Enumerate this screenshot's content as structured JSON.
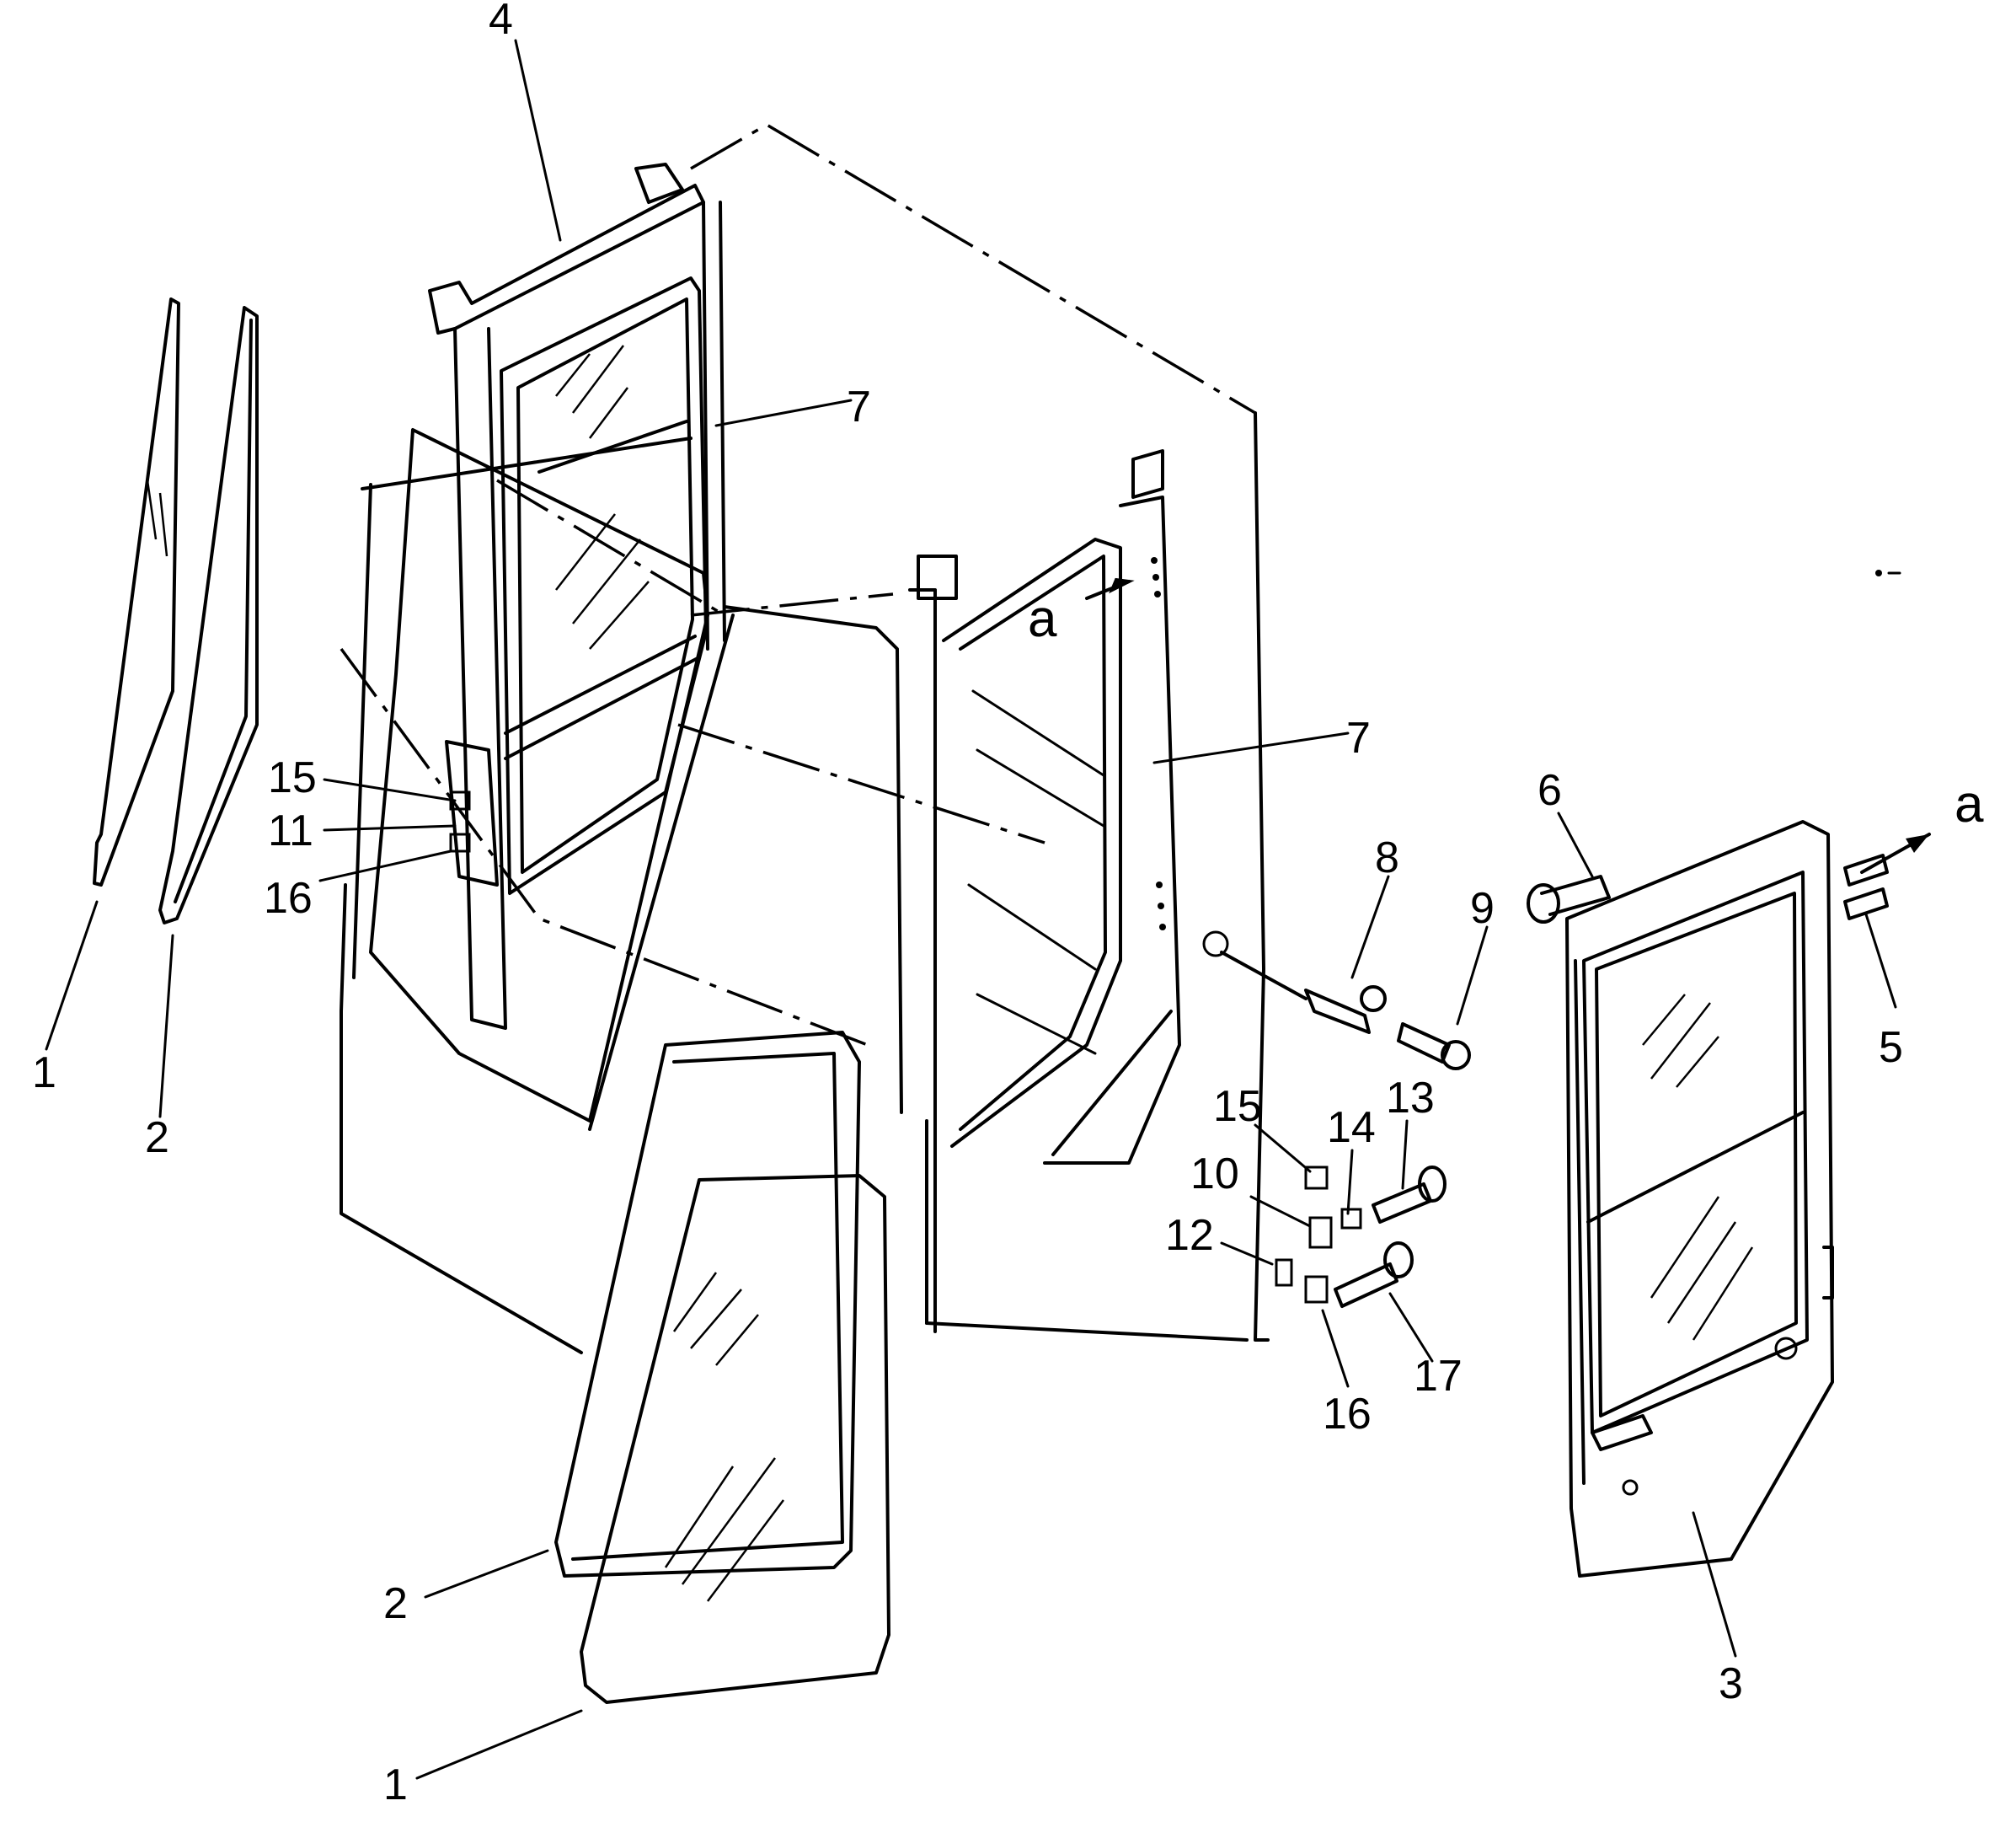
{
  "callouts": [
    {
      "id": "c4",
      "text": "4"
    },
    {
      "id": "c7a",
      "text": "7"
    },
    {
      "id": "c7b",
      "text": "7"
    },
    {
      "id": "ca1",
      "text": "a"
    },
    {
      "id": "ca2",
      "text": "a"
    },
    {
      "id": "c6",
      "text": "6"
    },
    {
      "id": "c8",
      "text": "8"
    },
    {
      "id": "c9",
      "text": "9"
    },
    {
      "id": "c5",
      "text": "5"
    },
    {
      "id": "c15a",
      "text": "15"
    },
    {
      "id": "c11",
      "text": "11"
    },
    {
      "id": "c16a",
      "text": "16"
    },
    {
      "id": "c1a",
      "text": "1"
    },
    {
      "id": "c2a",
      "text": "2"
    },
    {
      "id": "c15b",
      "text": "15"
    },
    {
      "id": "c14",
      "text": "14"
    },
    {
      "id": "c13",
      "text": "13"
    },
    {
      "id": "c10",
      "text": "10"
    },
    {
      "id": "c12",
      "text": "12"
    },
    {
      "id": "c17",
      "text": "17"
    },
    {
      "id": "c16b",
      "text": "16"
    },
    {
      "id": "c2b",
      "text": "2"
    },
    {
      "id": "c1b",
      "text": "1"
    },
    {
      "id": "c3",
      "text": "3"
    }
  ]
}
